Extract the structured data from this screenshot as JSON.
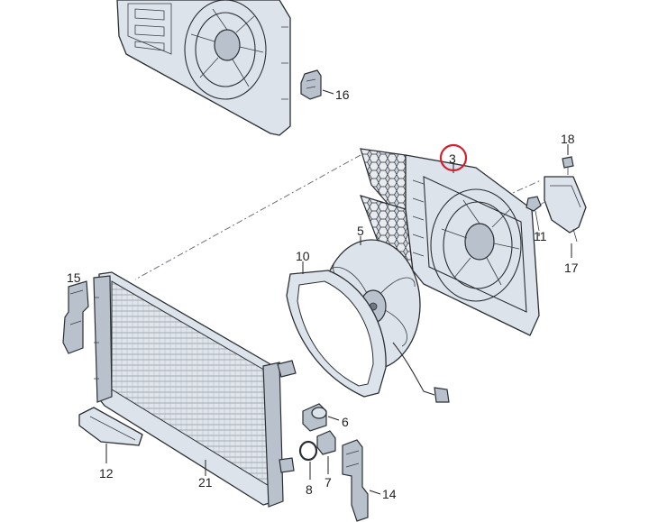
{
  "diagram": {
    "callouts": {
      "c3": "3",
      "c5": "5",
      "c6": "6",
      "c7": "7",
      "c8": "8",
      "c10": "10",
      "c11": "11",
      "c12": "12",
      "c14": "14",
      "c15": "15",
      "c16": "16",
      "c17": "17",
      "c18": "18",
      "c21": "21"
    },
    "highlight_color": "#d3202f"
  }
}
